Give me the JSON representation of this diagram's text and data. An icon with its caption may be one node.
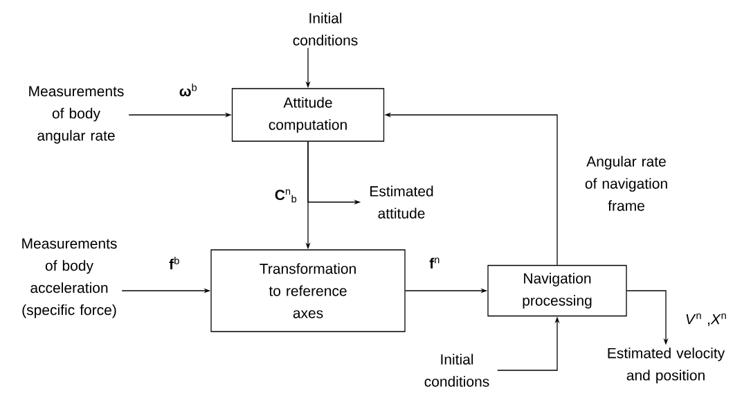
{
  "diagram": {
    "nodes": [
      {
        "text": [
          "Initial conditions"
        ]
      },
      {
        "text": [
          "Measurements of body angular rate"
        ]
      },
      {
        "text": [
          "Attitude computation"
        ]
      },
      {
        "text": [
          "Estimated attitude"
        ]
      },
      {
        "text": [
          "Measurements of body acceleration (specific force)"
        ]
      },
      {
        "text": [
          "Transformation to reference axes"
        ]
      },
      {
        "text": [
          "Navigation processing"
        ]
      },
      {
        "text": [
          "Initial conditions"
        ]
      },
      {
        "text": [
          "Estimated velocity and position"
        ]
      }
    ],
    "edges": [
      {
        "from": 0,
        "to": 2,
        "arrow": "to"
      },
      {
        "from": 1,
        "to": 2,
        "arrow": "to",
        "label": "**ω**$^{b}$"
      },
      {
        "from": 2,
        "to": 5,
        "arrow": "to",
        "label": "**C**$^{n}$$_{b}$"
      },
      {
        "from": 2,
        "to": 3,
        "arrow": "to"
      },
      {
        "from": 4,
        "to": 5,
        "arrow": "to",
        "label": "**f**$^{b}$"
      },
      {
        "from": 5,
        "to": 6,
        "arrow": "to",
        "label": "**f**$^{n}$"
      },
      {
        "from": 6,
        "to": 2,
        "arrow": "to",
        "label": "Angular rate of navigation frame"
      },
      {
        "from": 7,
        "to": 6,
        "arrow": "to"
      },
      {
        "from": 6,
        "to": 8,
        "arrow": "to",
        "label": "*V*$^{n}$ ,*X*$^{n}$"
      }
    ]
  }
}
